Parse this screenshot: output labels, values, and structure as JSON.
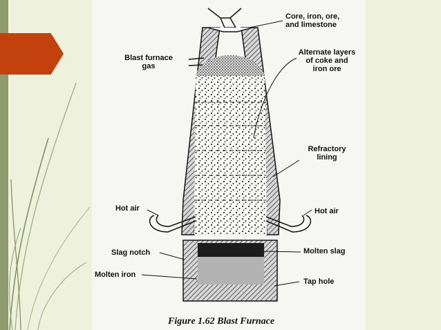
{
  "labels": {
    "core": "Core, iron, ore,\nand limestone",
    "gas": "Blast furnace\ngas",
    "layers": "Alternate layers\nof coke and\niron ore",
    "refractory": "Refractory\nlining",
    "hot_air_left": "Hot air",
    "hot_air_right": "Hot air",
    "slag_notch": "Slag notch",
    "molten_slag": "Molten slag",
    "molten_iron": "Molten iron",
    "tap_hole": "Tap hole"
  },
  "caption": "Figure 1.62 Blast Furnace",
  "colors": {
    "slide_bg": "#eef2dc",
    "accent": "#c2410c",
    "strip": "#8f9b6d"
  }
}
